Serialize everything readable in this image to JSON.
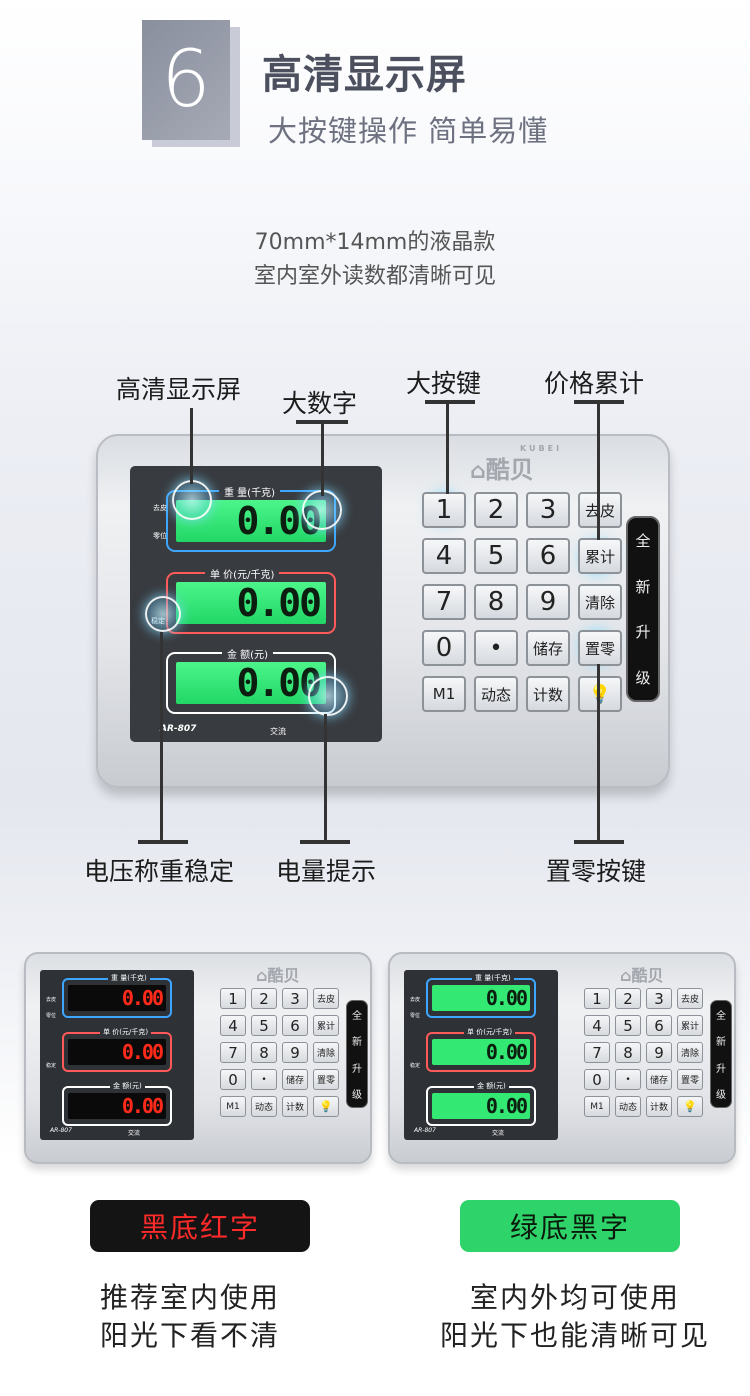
{
  "header": {
    "number": "6",
    "title": "高清显示屏",
    "subtitle": "大按键操作 简单易懂",
    "desc_line1": "70mm*14mm的液晶款",
    "desc_line2": "室内室外读数都清晰可见"
  },
  "callouts": {
    "hd_screen": "高清显示屏",
    "big_digits": "大数字",
    "big_keys": "大按键",
    "price_total": "价格累计",
    "stable": "电压称重稳定",
    "battery": "电量提示",
    "zero_key": "置零按键"
  },
  "scale": {
    "brand": "酷贝",
    "brand_en": "KUBEI",
    "weight_label": "重 量(千克)",
    "unit_price_label": "单 价(元/千克)",
    "amount_label": "金 额(元)",
    "weight_value": "0.00",
    "unit_price_value": "0.00",
    "amount_value": "0.00",
    "tare_ind": "去皮",
    "zero_ind": "零位",
    "stable_ind": "稳定",
    "model": "AR-807",
    "power": "交流",
    "side_label": [
      "全",
      "新",
      "升",
      "级"
    ],
    "keys": [
      "1",
      "2",
      "3",
      "去皮",
      "4",
      "5",
      "6",
      "累计",
      "7",
      "8",
      "9",
      "清除",
      "0",
      "•",
      "储存",
      "置零",
      "M1",
      "动态",
      "计数",
      ""
    ],
    "light_icon": "lightbulb-icon"
  },
  "variants": [
    {
      "pill": "黑底红字",
      "pill_bg": "#141414",
      "pill_fg": "#ff2a2a",
      "line1": "推荐室内使用",
      "line2": "阳光下看不清",
      "display_bg": "#0a0a0a",
      "display_fg": "#ff2a1a"
    },
    {
      "pill": "绿底黑字",
      "pill_bg": "#2ed36a",
      "pill_fg": "#0b1a0b",
      "line1": "室内外均可使用",
      "line2": "阳光下也能清晰可见",
      "display_bg": "#33e873",
      "display_fg": "#0c1e10"
    }
  ],
  "colors": {
    "weight_frame": "#3ea6ff",
    "price_frame": "#ff5a5a",
    "amount_frame": "#ffffff"
  }
}
